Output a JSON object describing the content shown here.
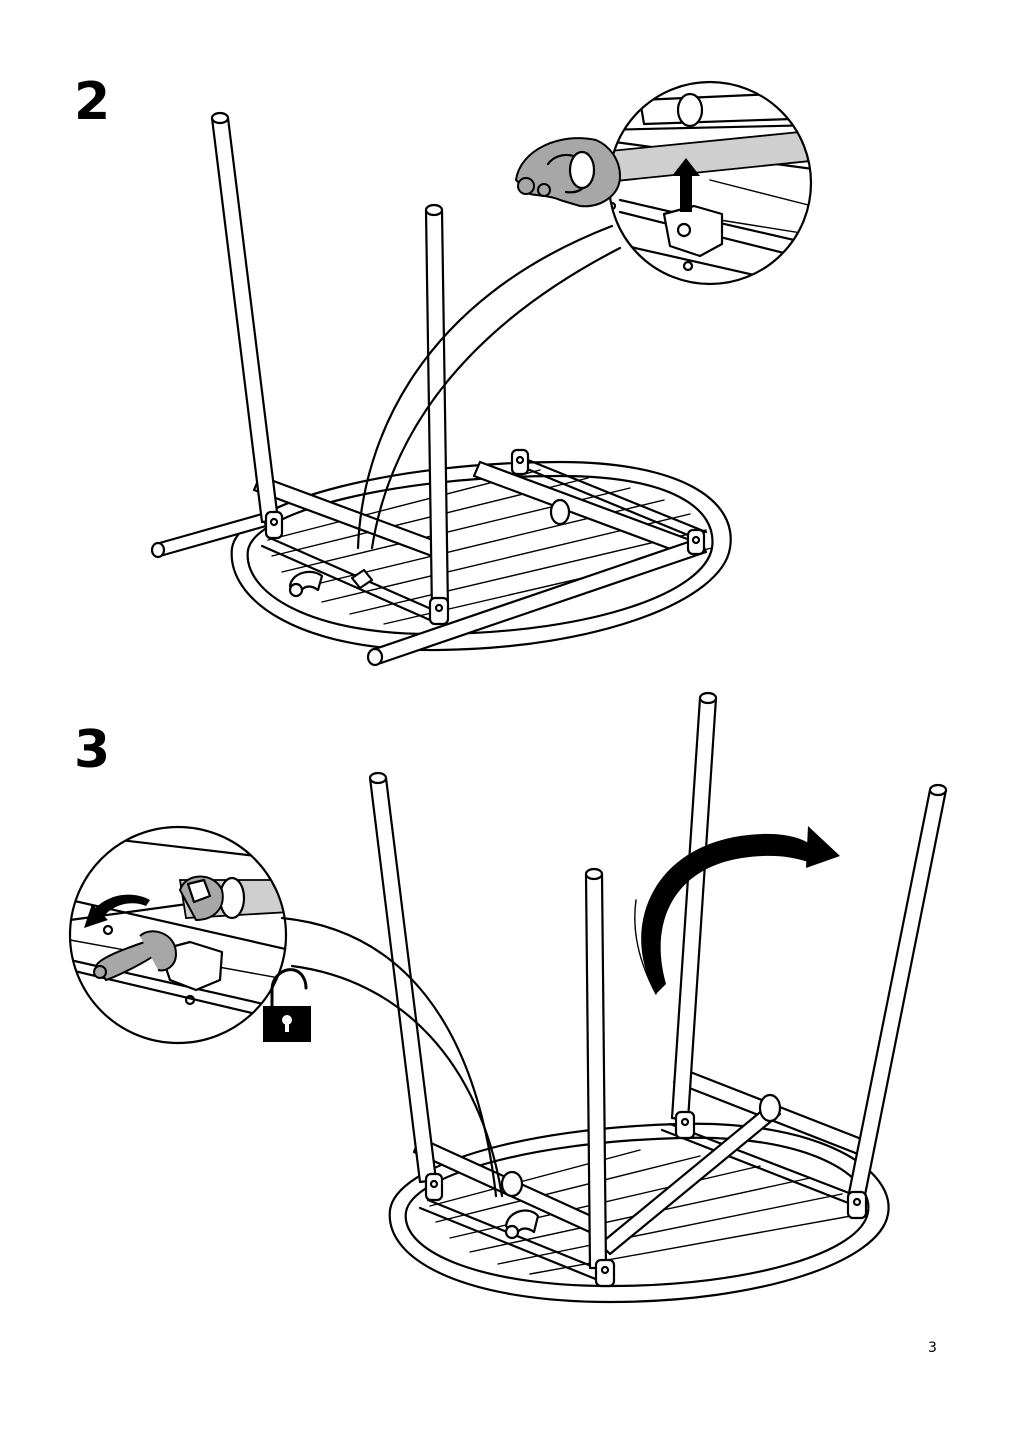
{
  "steps": [
    {
      "number": "2"
    },
    {
      "number": "3"
    }
  ],
  "page": {
    "number": "3"
  },
  "icons": {
    "step2_detail": "arrow-up-icon",
    "step3_detail_rotate": "rotate-arrow-icon",
    "step3_unlock": "padlock-unlocked-icon",
    "step3_turn": "curved-arrow-icon"
  }
}
